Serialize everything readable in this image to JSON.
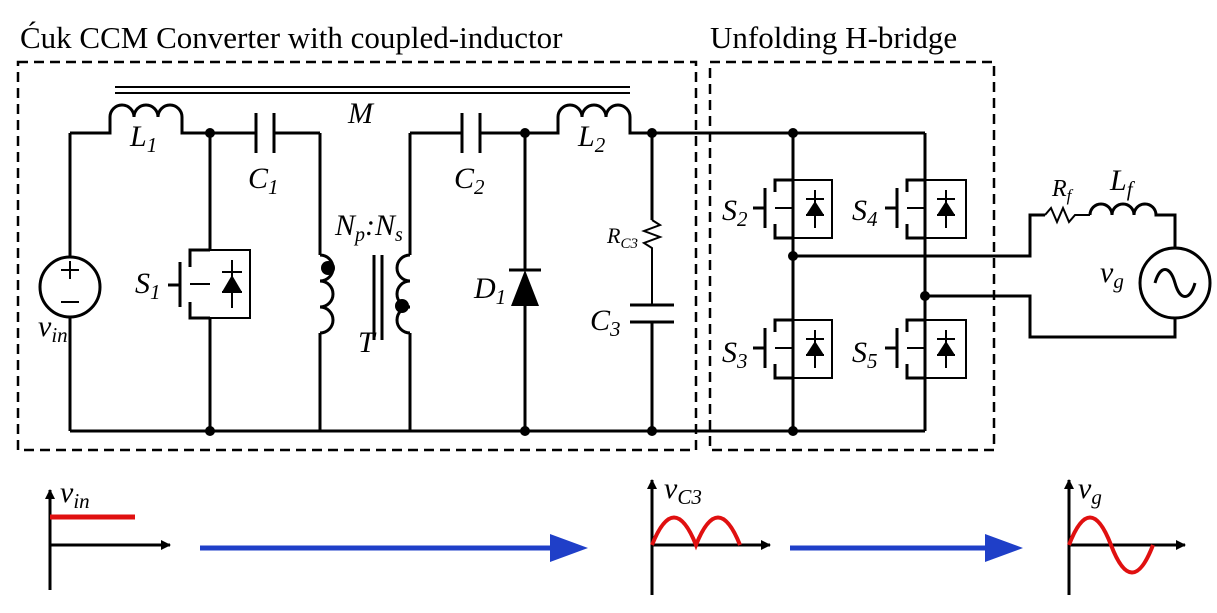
{
  "titles": {
    "cuk": "Ćuk CCM Converter with coupled-inductor",
    "hbridge": "Unfolding H-bridge"
  },
  "labels": {
    "L1": {
      "base": "L",
      "sub": "1"
    },
    "L2": {
      "base": "L",
      "sub": "2"
    },
    "M": {
      "base": "M"
    },
    "C1": {
      "base": "C",
      "sub": "1"
    },
    "C2": {
      "base": "C",
      "sub": "2"
    },
    "C3": {
      "base": "C",
      "sub": "3"
    },
    "S1": {
      "base": "S",
      "sub": "1"
    },
    "S2": {
      "base": "S",
      "sub": "2"
    },
    "S3": {
      "base": "S",
      "sub": "3"
    },
    "S4": {
      "base": "S",
      "sub": "4"
    },
    "S5": {
      "base": "S",
      "sub": "5"
    },
    "D1": {
      "base": "D",
      "sub": "1"
    },
    "T": {
      "base": "T"
    },
    "RC3": {
      "base": "R",
      "sub": "C3"
    },
    "Rf": {
      "base": "R",
      "sub": "f"
    },
    "Lf": {
      "base": "L",
      "sub": "f"
    },
    "vin": {
      "base": "v",
      "sub": "in"
    },
    "vg": {
      "base": "v",
      "sub": "g"
    },
    "ratio": {
      "p": "N",
      "psub": "p",
      "colon": ":",
      "s": "N",
      "ssub": "s"
    }
  },
  "waveforms": {
    "vin": {
      "base": "v",
      "sub": "in"
    },
    "vC3": {
      "base": "v",
      "sub": "C3"
    },
    "vg": {
      "base": "v",
      "sub": "g"
    }
  },
  "colors": {
    "wire": "#000000",
    "waveform": "#e01010",
    "flow_arrow": "#1f3fc8"
  }
}
